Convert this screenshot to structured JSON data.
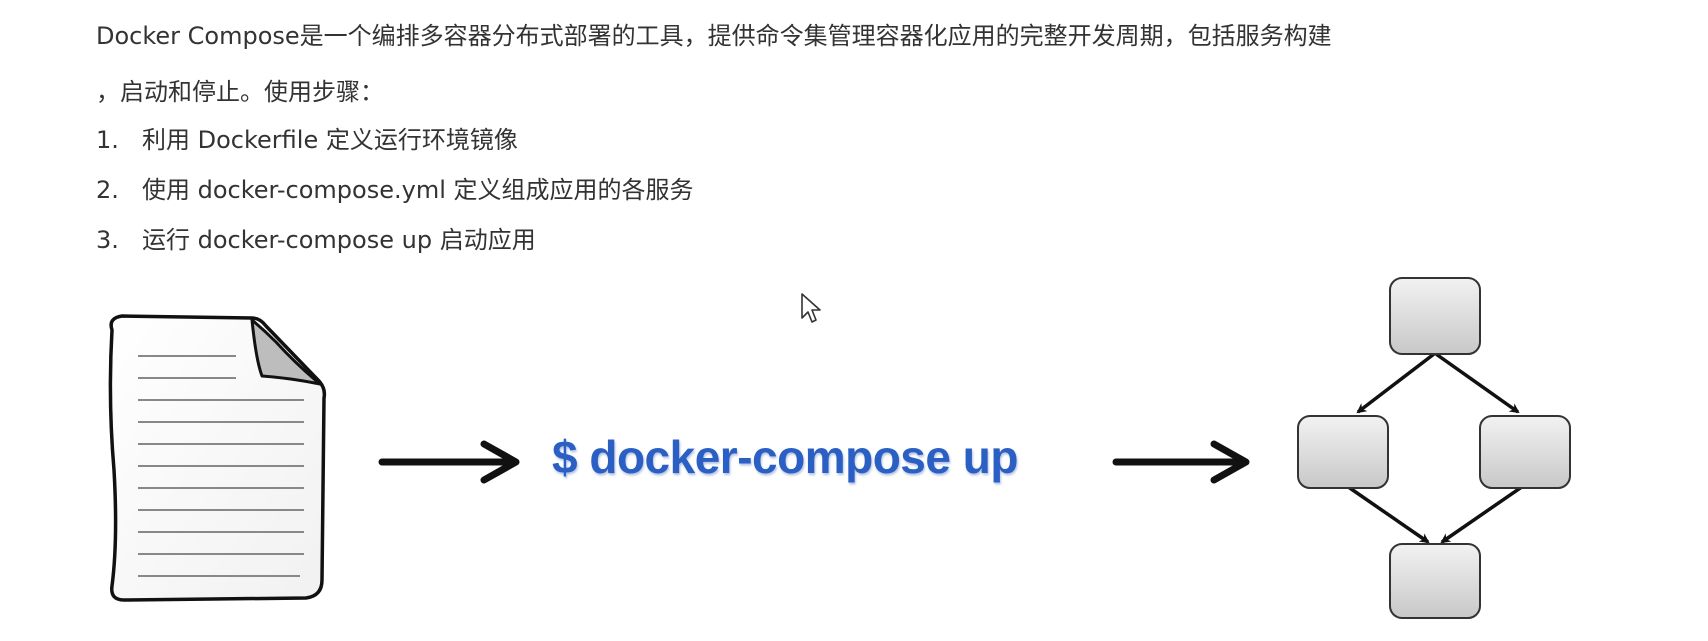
{
  "intro": {
    "line1": "Docker Compose是一个编排多容器分布式部署的工具，提供命令集管理容器化应用的完整开发周期，包括服务构建",
    "line2": "，启动和停止。使用步骤："
  },
  "steps": [
    {
      "num": "1.",
      "text": "利用 Dockerfile 定义运行环境镜像"
    },
    {
      "num": "2.",
      "text": "使用 docker-compose.yml 定义组成应用的各服务"
    },
    {
      "num": "3.",
      "text": "运行 docker-compose up 启动应用"
    }
  ],
  "diagram": {
    "command": "$ docker-compose up",
    "icons": [
      "document-icon",
      "arrow-right-icon",
      "arrow-right-icon",
      "service-graph-icon"
    ]
  },
  "colors": {
    "text": "#333333",
    "command": "#2b5fc4",
    "node_fill": "#d8d8d8",
    "node_border": "#333333"
  }
}
